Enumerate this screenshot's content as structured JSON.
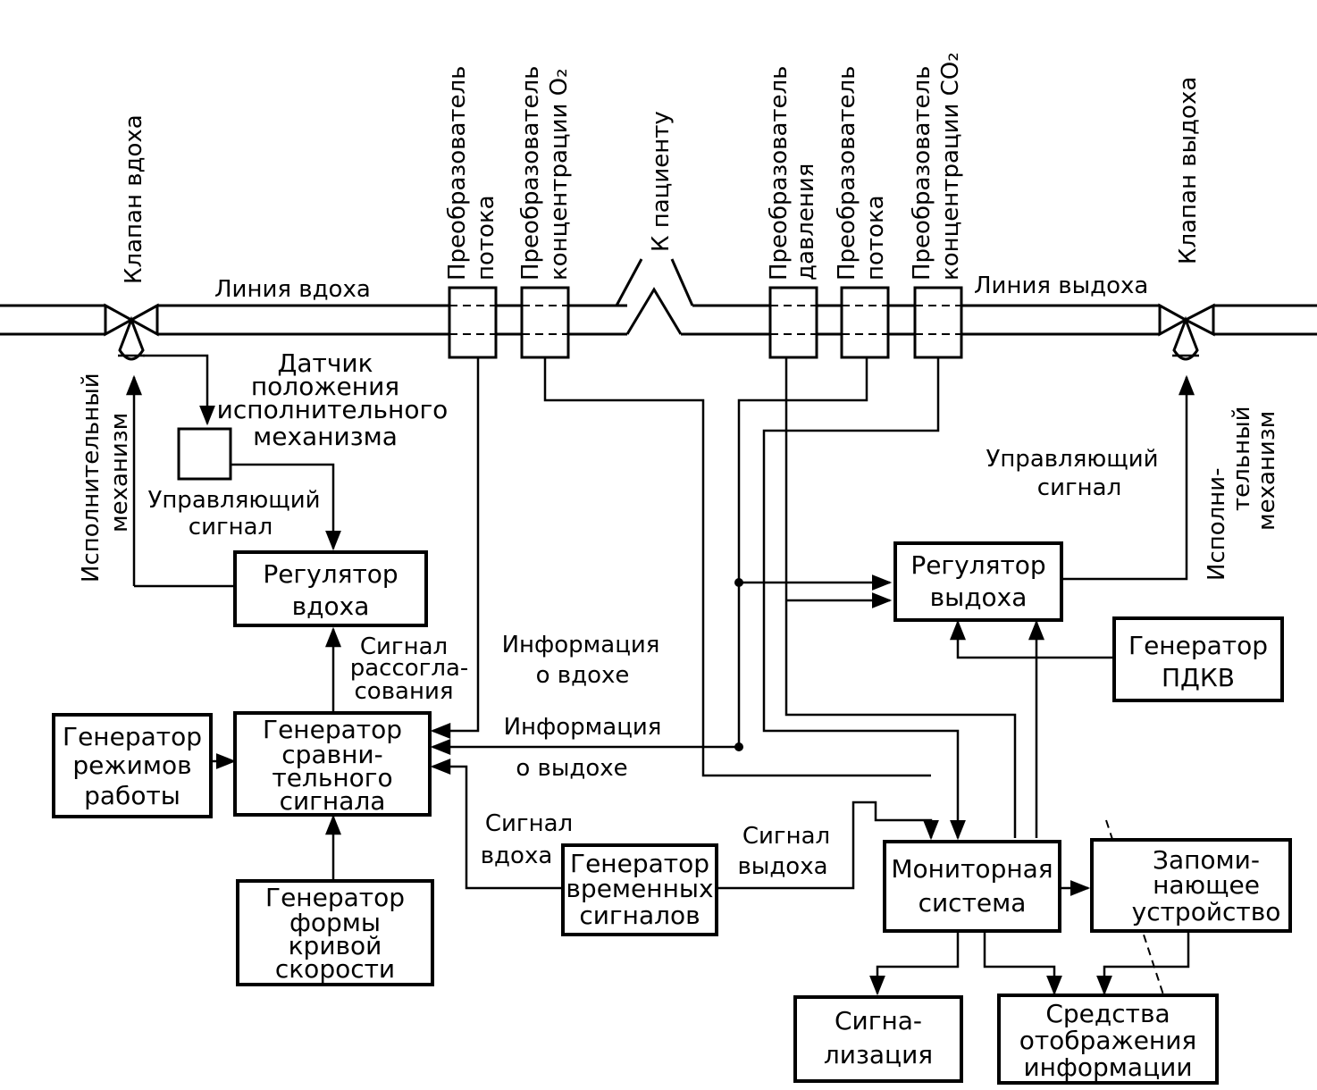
{
  "pipes": {
    "inhale_line": "Линия вдоха",
    "exhale_line": "Линия выдоха",
    "to_patient": "К пациенту"
  },
  "valves": {
    "inhale_valve": "Клапан вдоха",
    "exhale_valve": "Клапан выдоха",
    "actuator_left": [
      "Исполнительный",
      "механизм"
    ],
    "actuator_right": [
      "Исполни-",
      "тельный",
      "механизм"
    ]
  },
  "transducers": {
    "flow_in": [
      "Преобразователь",
      "потока"
    ],
    "o2": [
      "Преобразователь",
      "концентрации O₂"
    ],
    "pressure": [
      "Преобразователь",
      "давления"
    ],
    "flow_out": [
      "Преобразователь",
      "потока"
    ],
    "co2": [
      "Преобразователь",
      "концентрации CO₂"
    ]
  },
  "labels": {
    "position_sensor": [
      "Датчик",
      "положения",
      "исполнительного",
      "механизма"
    ],
    "control_signal_left": [
      "Управляющий",
      "сигнал"
    ],
    "control_signal_right": [
      "Управляющий",
      "сигнал"
    ],
    "mismatch_signal": [
      "Сигнал",
      "рассогла-",
      "сования"
    ],
    "inhale_info": [
      "Информация",
      "о вдохе"
    ],
    "exhale_info": [
      "Информация",
      "о выдохе"
    ],
    "inhale_signal": [
      "Сигнал",
      "вдоха"
    ],
    "exhale_signal": [
      "Сигнал",
      "выдоха"
    ]
  },
  "blocks": {
    "inhale_regulator": [
      "Регулятор",
      "вдоха"
    ],
    "exhale_regulator": [
      "Регулятор",
      "выдоха"
    ],
    "peep_generator": [
      "Генератор",
      "ПДКВ"
    ],
    "mode_generator": [
      "Генератор",
      "режимов",
      "работы"
    ],
    "comparator": [
      "Генератор",
      "сравни-",
      "тельного",
      "сигнала"
    ],
    "curve_generator": [
      "Генератор",
      "формы",
      "кривой",
      "скорости"
    ],
    "timing_generator": [
      "Генератор",
      "временных",
      "сигналов"
    ],
    "monitor": [
      "Мониторная",
      "система"
    ],
    "memory": [
      "Запоми-",
      "нающее",
      "устройство"
    ],
    "alarm": [
      "Сигна-",
      "лизация"
    ],
    "display": [
      "Средства",
      "отображения",
      "информации"
    ]
  }
}
